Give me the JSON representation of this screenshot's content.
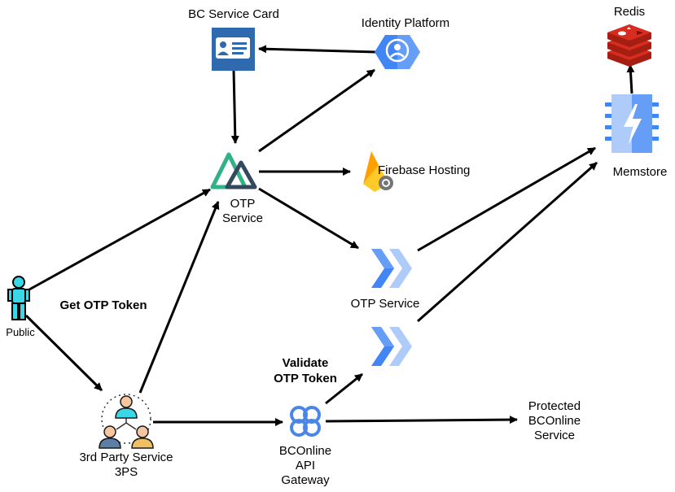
{
  "nodes": {
    "bc_service_card": {
      "label": "BC Service Card"
    },
    "identity_platform": {
      "label": "Identity Platform"
    },
    "redis": {
      "label": "Redis"
    },
    "memstore": {
      "label": "Memstore"
    },
    "otp_service_nuxt": {
      "label_line1": "OTP",
      "label_line2": "Service"
    },
    "firebase_hosting": {
      "label": "Firebase Hosting"
    },
    "otp_service_run": {
      "label": "OTP Service"
    },
    "public": {
      "label": "Public"
    },
    "third_party": {
      "label_line1": "3rd Party Service",
      "label_line2": "3PS"
    },
    "bconline_gateway": {
      "label_line1": "BCOnline",
      "label_line2": "API",
      "label_line3": "Gateway"
    },
    "protected_service": {
      "label_line1": "Protected",
      "label_line2": "BCOnline",
      "label_line3": "Service"
    }
  },
  "edge_labels": {
    "get_otp_token": "Get OTP Token",
    "validate_line1": "Validate",
    "validate_line2": "OTP Token"
  },
  "colors": {
    "service_card_blue": "#2e6aad",
    "gcp_blue": "#4285f4",
    "gcp_light": "#aecbfa",
    "nuxt_green": "#2fb386",
    "nuxt_dark": "#34495e",
    "firebase_orange": "#f6a623",
    "firebase_yellow": "#ffca28",
    "redis_red": "#c6302b",
    "public_cyan": "#3ad8e6",
    "apigee_blue": "#4a86e8",
    "arrow": "#000000"
  }
}
